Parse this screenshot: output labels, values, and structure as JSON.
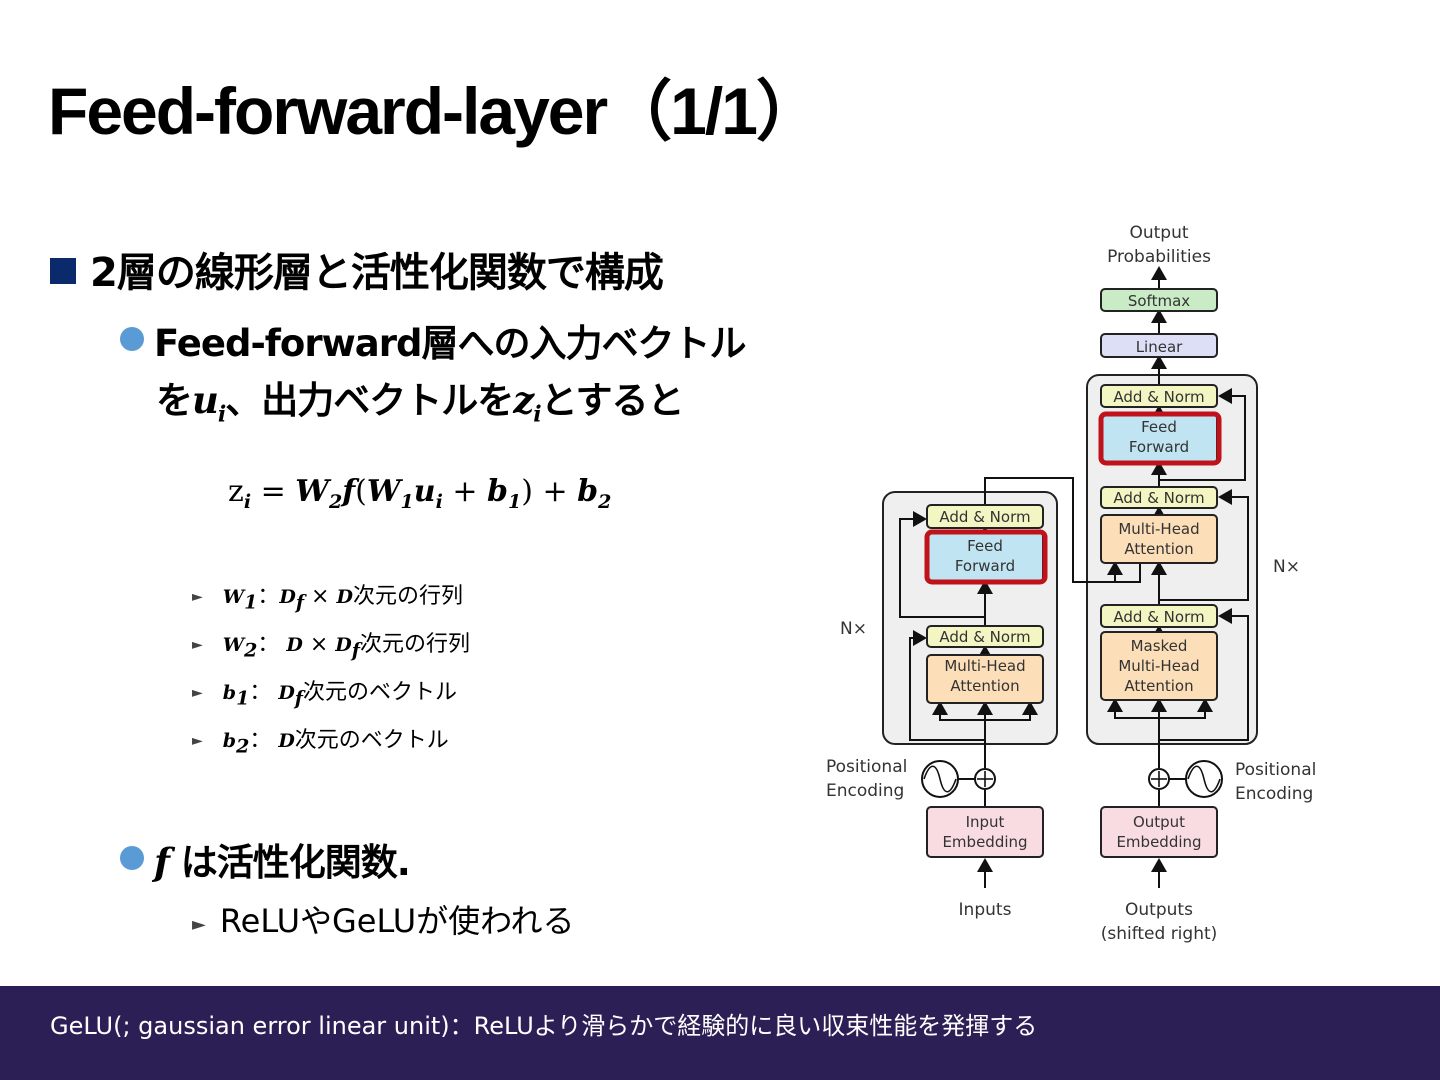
{
  "slide": {
    "title": "Feed-forward-layer（1/1）",
    "bullet1": "2層の線形層と活性化関数で構成",
    "bullet2_line1": "Feed-forward層への入力ベクトル",
    "bullet2_line2_a": "を",
    "bullet2_var_u": "u",
    "bullet2_var_u_sub": "i",
    "bullet2_line2_b": "、出力ベクトルを",
    "bullet2_var_z": "z",
    "bullet2_var_z_sub": "i",
    "bullet2_line2_c": "とすると",
    "formula": {
      "lhs": "z",
      "lhs_sub": "i",
      "eq": "=",
      "w2": "W",
      "w2_sub": "2",
      "f": "f",
      "open": "(",
      "w1": "W",
      "w1_sub": "1",
      "u": "u",
      "u_sub": "i",
      "plus1": " + ",
      "b1": "b",
      "b1_sub": "1",
      "close": ")",
      "plus2": " + ",
      "b2": "b",
      "b2_sub": "2"
    },
    "defs": [
      {
        "sym": "W",
        "sym_sub": "1",
        "sep": "：",
        "m1": "D",
        "m1_sub": "f",
        "times": " × ",
        "m2": "D",
        "m2_sub": "",
        "text": "次元の行列"
      },
      {
        "sym": "W",
        "sym_sub": "2",
        "sep": "：  ",
        "m1": "D",
        "m1_sub": "",
        "times": " × ",
        "m2": "D",
        "m2_sub": "f",
        "text": "次元の行列"
      },
      {
        "sym": "b",
        "sym_sub": "1",
        "sep": "：  ",
        "m1": "D",
        "m1_sub": "f",
        "times": "",
        "m2": "",
        "m2_sub": "",
        "text": "次元のベクトル"
      },
      {
        "sym": "b",
        "sym_sub": "2",
        "sep": "：  ",
        "m1": "D",
        "m1_sub": "",
        "times": "",
        "m2": "",
        "m2_sub": "",
        "text": "次元のベクトル"
      }
    ],
    "bullet3_var": "f",
    "bullet3_text": " は活性化関数.",
    "sub3": "ReLUやGeLUが使われる",
    "footer": "GeLU(; gaussian error linear unit)：ReLUより滑らかで経験的に良い収束性能を発揮する"
  },
  "diagram": {
    "output_probabilities_1": "Output",
    "output_probabilities_2": "Probabilities",
    "softmax": "Softmax",
    "linear": "Linear",
    "add_norm": "Add & Norm",
    "feed_1": "Feed",
    "feed_2": "Forward",
    "mha_1": "Multi-Head",
    "mha_2": "Attention",
    "masked_1": "Masked",
    "masked_2": "Multi-Head",
    "masked_3": "Attention",
    "nx": "N×",
    "pos_1": "Positional",
    "pos_2": "Encoding",
    "input_emb_1": "Input",
    "input_emb_2": "Embedding",
    "output_emb_1": "Output",
    "output_emb_2": "Embedding",
    "inputs": "Inputs",
    "outputs_1": "Outputs",
    "outputs_2": "(shifted right)",
    "colors": {
      "add_norm": "#f3f5c2",
      "feed_forward": "#c0e4f1",
      "attention": "#fcdfb8",
      "embedding": "#f8dce1",
      "softmax": "#c9ecc6",
      "linear": "#dcdff5",
      "highlight": "#c0121b",
      "stack_bg": "#efefef"
    }
  }
}
